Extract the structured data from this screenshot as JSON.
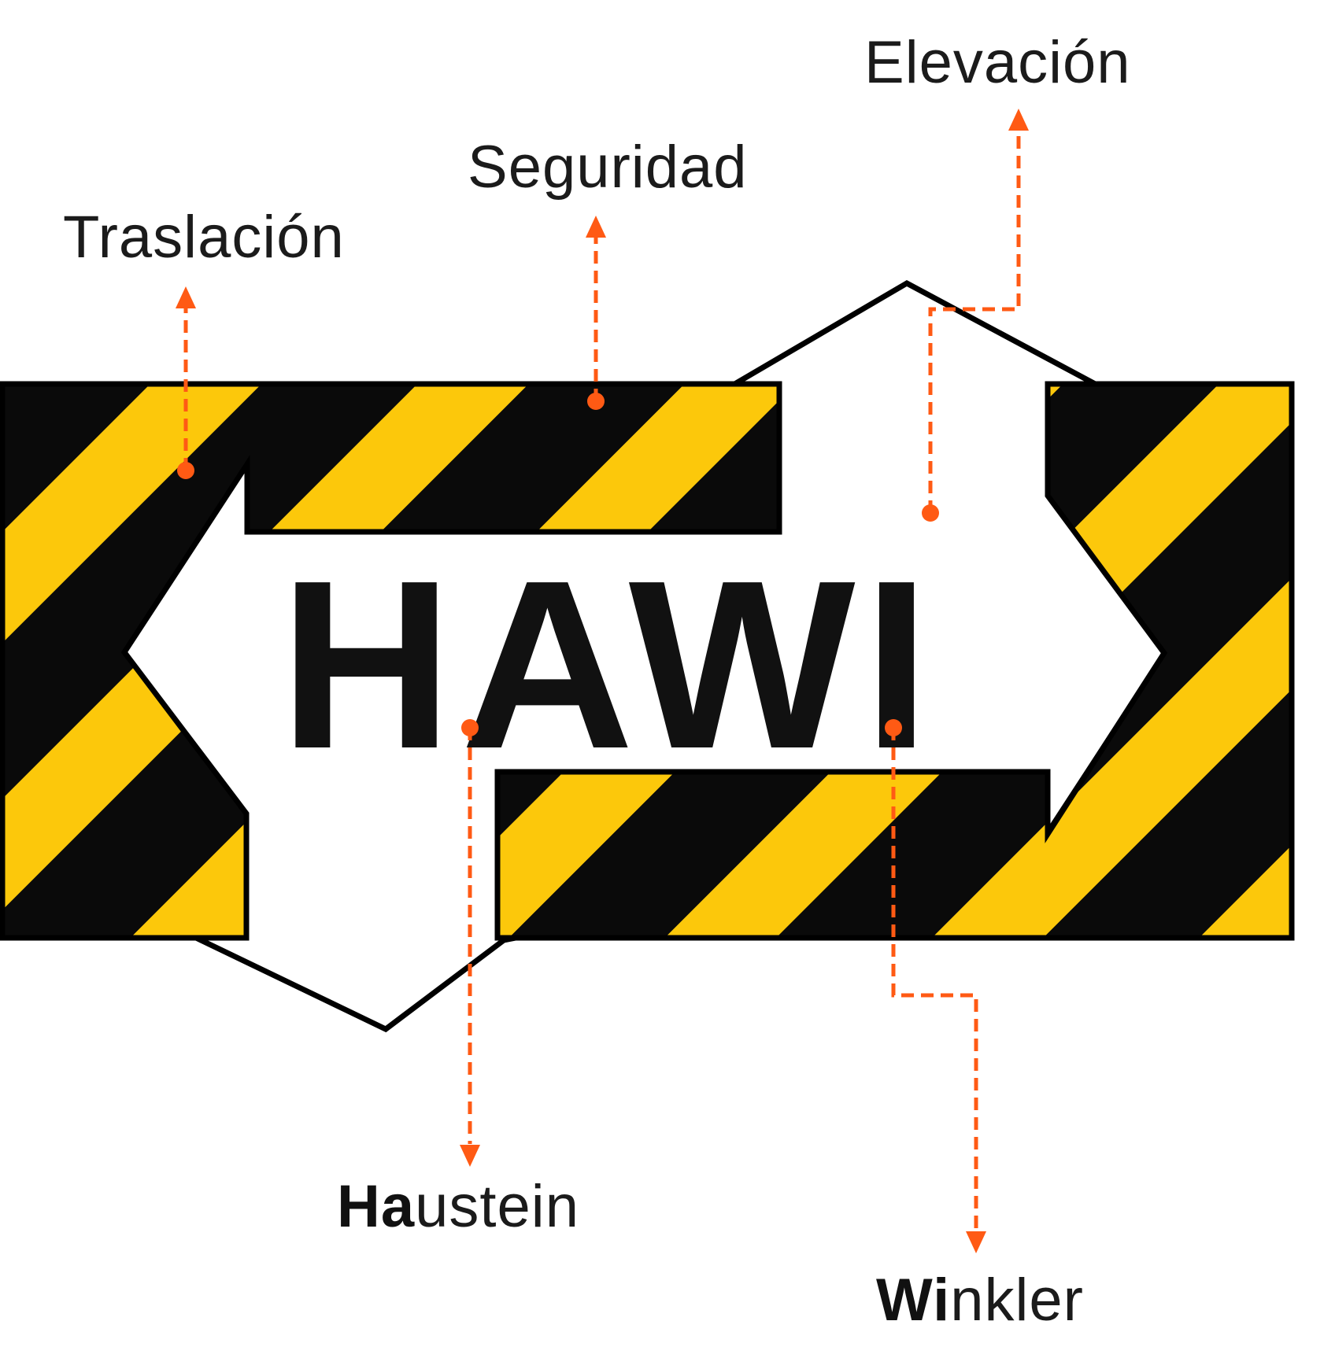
{
  "logo": {
    "text": "HAWI",
    "colors": {
      "stripe_yellow": "#fcc80b",
      "stripe_dark": "#0a0a0a",
      "outline": "#000000",
      "leader": "#ff5a14"
    }
  },
  "labels": {
    "traslacion": "Traslación",
    "seguridad": "Seguridad",
    "elevacion": "Elevación",
    "haustein_bold": "Ha",
    "haustein_rest": "ustein",
    "winkler_bold": "Wi",
    "winkler_rest": "nkler"
  }
}
